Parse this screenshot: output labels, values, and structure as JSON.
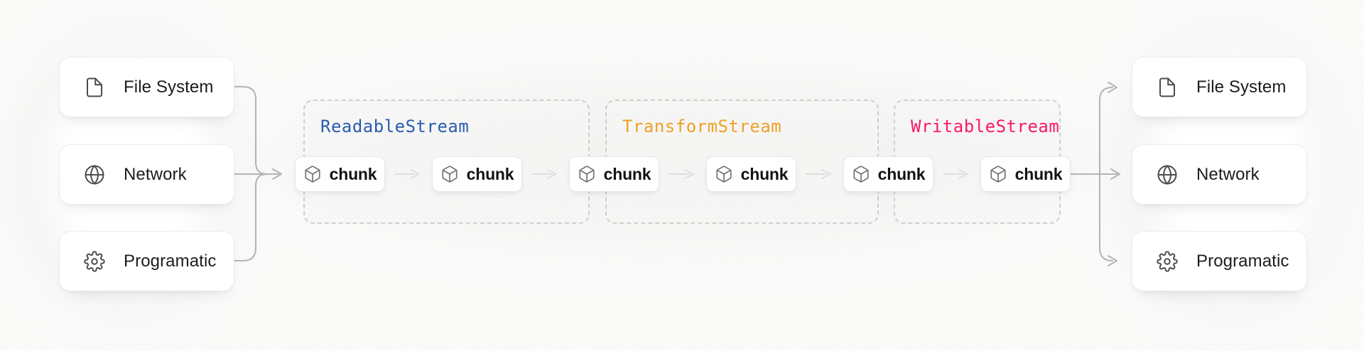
{
  "diagram": {
    "sources": {
      "items": [
        {
          "label": "File System",
          "icon": "file-icon"
        },
        {
          "label": "Network",
          "icon": "globe-icon"
        },
        {
          "label": "Programatic",
          "icon": "gear-icon"
        }
      ]
    },
    "pipeline": {
      "streams": [
        {
          "name": "ReadableStream",
          "color": "#2b5cb0"
        },
        {
          "name": "TransformStream",
          "color": "#f0a028"
        },
        {
          "name": "WritableStream",
          "color": "#fa1966"
        }
      ],
      "chunks": [
        "chunk",
        "chunk",
        "chunk",
        "chunk",
        "chunk",
        "chunk"
      ],
      "chunk_icon": "cube-icon"
    },
    "destinations": {
      "items": [
        {
          "label": "File System",
          "icon": "file-icon"
        },
        {
          "label": "Network",
          "icon": "globe-icon"
        },
        {
          "label": "Programatic",
          "icon": "gear-icon"
        }
      ]
    },
    "colors": {
      "arrow": "#b3b3b1",
      "dashed_border": "#cfcfcd",
      "card_text": "#1c1c1c",
      "chunk_text": "#121212"
    }
  }
}
